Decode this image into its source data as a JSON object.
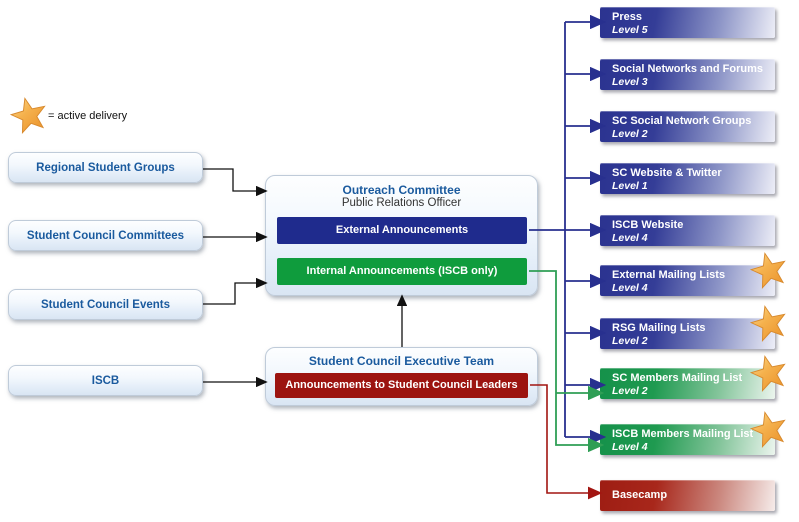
{
  "legend": {
    "icon": "star-icon",
    "text": "= active delivery"
  },
  "colors": {
    "accent_text_blue": "#1a5a9e",
    "bar_blue": "#1f2b8d",
    "bar_green": "#0f9c3d",
    "bar_red": "#9c1410",
    "wire_black": "#111111",
    "wire_blue": "#28308f",
    "wire_green": "#2f9e55",
    "wire_red": "#a21511",
    "star_fill": "#f5b14d"
  },
  "left_sources": [
    {
      "label": "Regional Student Groups"
    },
    {
      "label": "Student Council Committees"
    },
    {
      "label": "Student Council Events"
    },
    {
      "label": "ISCB"
    }
  ],
  "outreach": {
    "title": "Outreach Committee",
    "subtitle": "Public Relations Officer",
    "channels": [
      {
        "label": "External Announcements",
        "color": "#1f2b8d"
      },
      {
        "label": "Internal Announcements (ISCB only)",
        "color": "#0f9c3d"
      }
    ]
  },
  "executive": {
    "title": "Student Council Executive Team",
    "channels": [
      {
        "label": "Announcements to Student Council Leaders",
        "color": "#9c1410"
      }
    ]
  },
  "targets": [
    {
      "label": "Press",
      "level": "Level 5",
      "style": "blue",
      "active_delivery": false
    },
    {
      "label": "Social Networks and Forums",
      "level": "Level 3",
      "style": "blue",
      "active_delivery": false
    },
    {
      "label": "SC Social Network Groups",
      "level": "Level 2",
      "style": "blue",
      "active_delivery": false
    },
    {
      "label": "SC Website & Twitter",
      "level": "Level 1",
      "style": "blue",
      "active_delivery": false
    },
    {
      "label": "ISCB Website",
      "level": "Level 4",
      "style": "blue",
      "active_delivery": false
    },
    {
      "label": "External Mailing Lists",
      "level": "Level 4",
      "style": "blue",
      "active_delivery": true
    },
    {
      "label": "RSG Mailing Lists",
      "level": "Level 2",
      "style": "blue",
      "active_delivery": true
    },
    {
      "label": "SC Members Mailing List",
      "level": "Level 2",
      "style": "green",
      "active_delivery": true
    },
    {
      "label": "ISCB Members Mailing List",
      "level": "Level 4",
      "style": "green",
      "active_delivery": true
    },
    {
      "label": "Basecamp",
      "level": "",
      "style": "red",
      "active_delivery": false
    }
  ]
}
